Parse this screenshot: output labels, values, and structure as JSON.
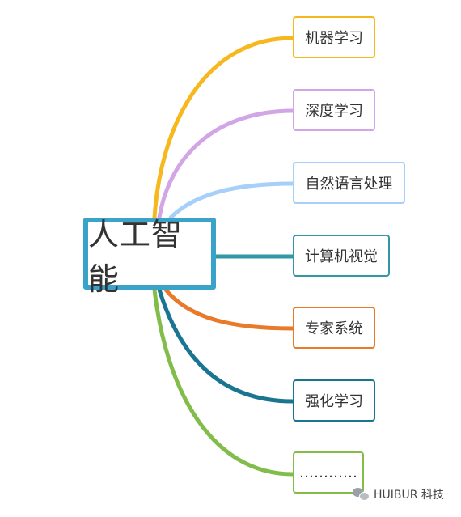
{
  "central": {
    "label": "人工智能",
    "border_color": "#3aa3c9"
  },
  "branches": [
    {
      "label": "机器学习",
      "color": "#f7b81f"
    },
    {
      "label": "深度学习",
      "color": "#d1a5e6"
    },
    {
      "label": "自然语言处理",
      "color": "#a6cffa"
    },
    {
      "label": "计算机视觉",
      "color": "#3297a6"
    },
    {
      "label": "专家系统",
      "color": "#e87a2a"
    },
    {
      "label": "强化学习",
      "color": "#197590"
    },
    {
      "label": "…………",
      "color": "#82bd4c"
    }
  ],
  "watermark": {
    "icon": "wechat-icon",
    "text": "HUIBUR 科技"
  }
}
